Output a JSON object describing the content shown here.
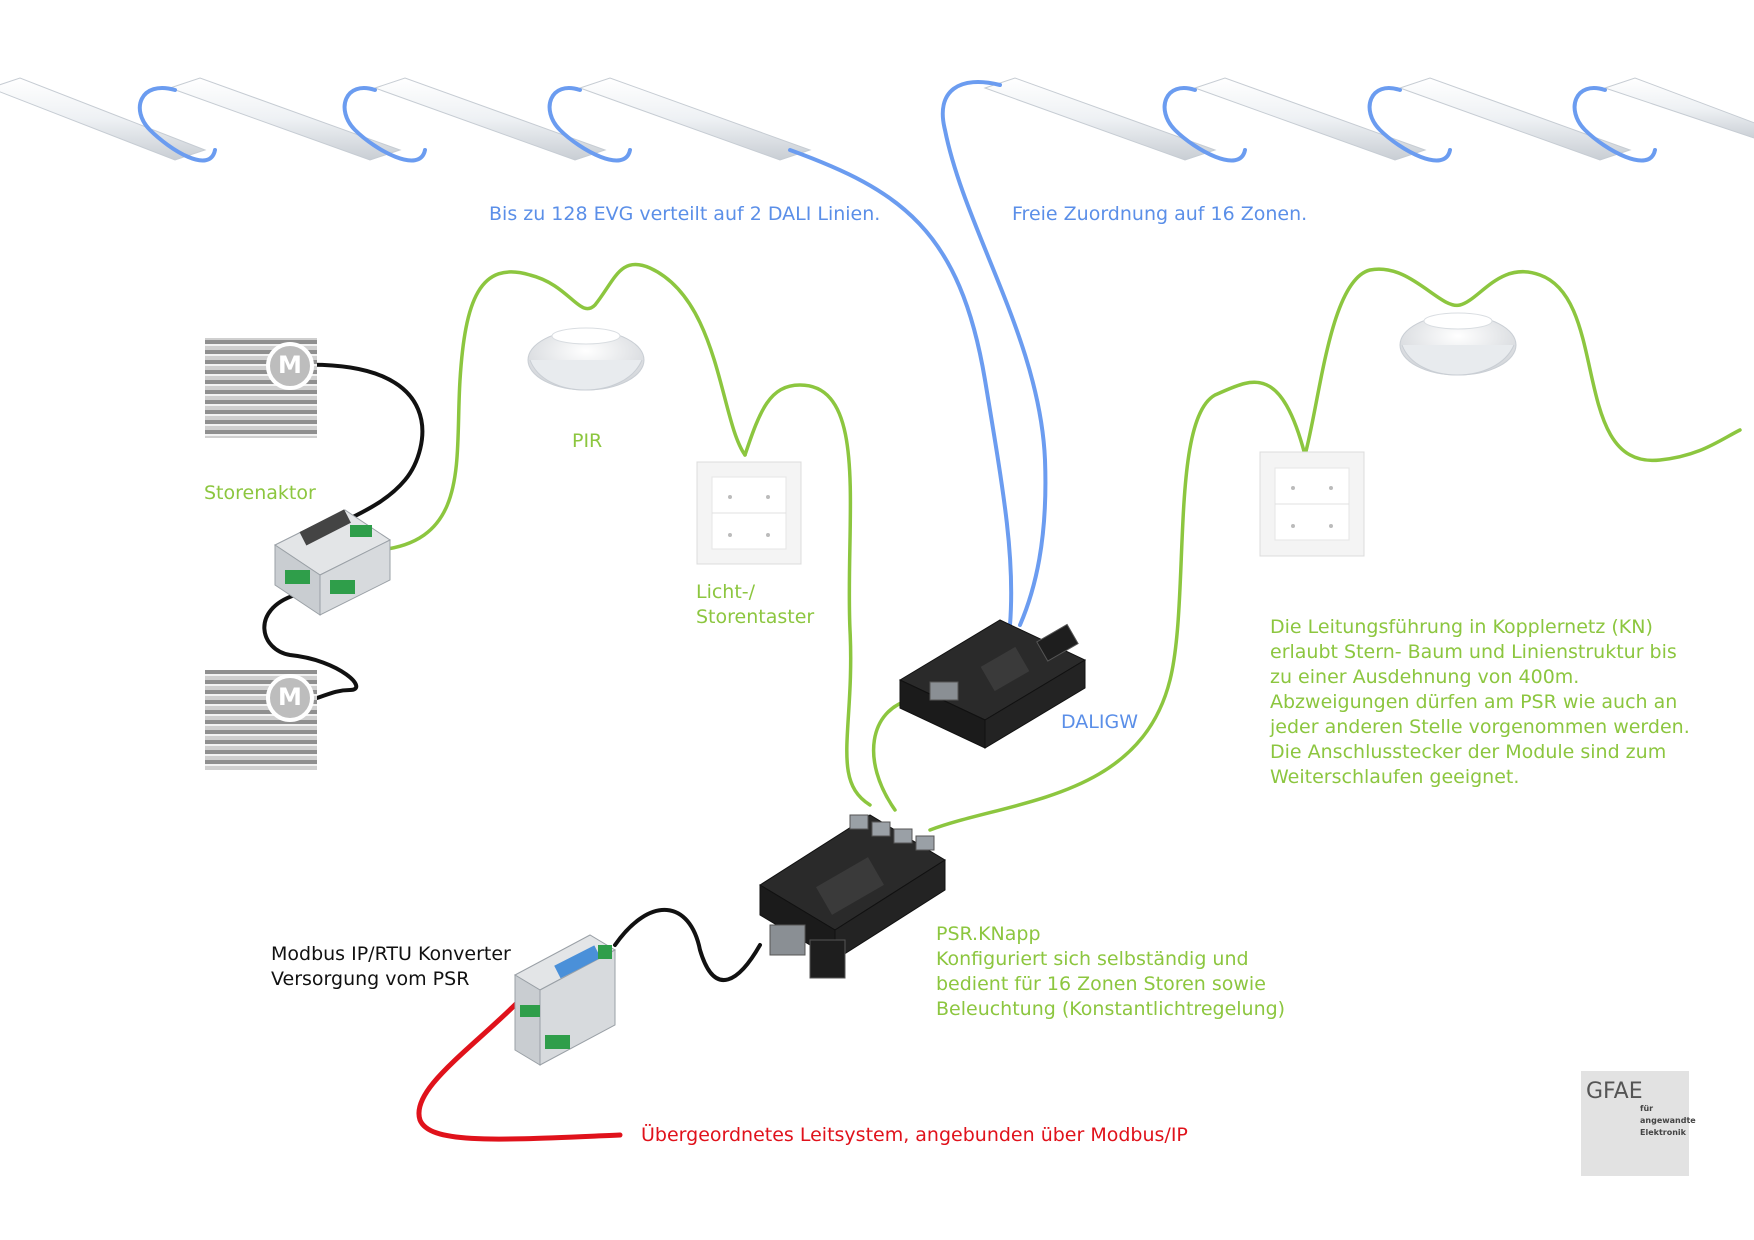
{
  "labels": {
    "evg": "Bis zu 128 EVG verteilt auf 2 DALI Linien.",
    "zones": "Freie Zuordnung auf 16 Zonen.",
    "pir": "PIR",
    "storenaktor": "Storenaktor",
    "taster": [
      "Licht-/",
      "Storentaster"
    ],
    "daligw": "DALIGW",
    "kn_note": [
      "Die Leitungsführung in Kopplernetz (KN)",
      "erlaubt Stern- Baum und Linienstruktur bis",
      "zu einer Ausdehnung von 400m.",
      "Abzweigungen dürfen am PSR wie auch an",
      "jeder anderen Stelle vorgenommen werden.",
      "Die Anschlusstecker der Module sind zum",
      "Weiterschlaufen geeignet."
    ],
    "modbus": [
      "Modbus IP/RTU Konverter",
      "Versorgung vom PSR"
    ],
    "psr": [
      "PSR.KNapp",
      "Konfiguriert sich selbständig und",
      "bedient für 16 Zonen Storen sowie",
      "Beleuchtung (Konstantlichtregelung)"
    ],
    "leitsystem": "Übergeordnetes Leitsystem, angebunden über Modbus/IP"
  },
  "logo": {
    "big": "GFAE",
    "small": [
      "für",
      "angewandte",
      "Elektronik"
    ]
  },
  "icons": {
    "motor": "M"
  },
  "colors": {
    "dali_cable": "#6b9cf0",
    "kn_cable": "#8cc63f",
    "motor_cable": "#111111",
    "modbus_cable": "#e0121b"
  }
}
